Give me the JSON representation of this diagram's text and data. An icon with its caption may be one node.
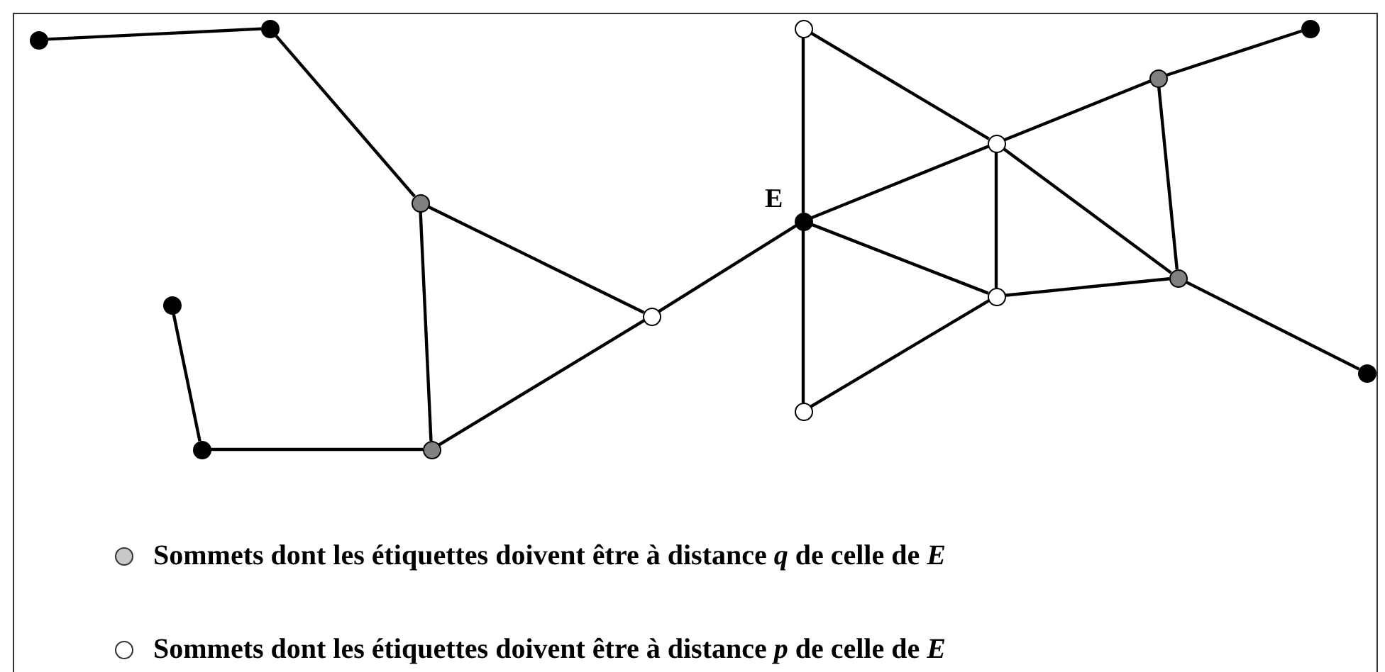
{
  "diagram": {
    "nodes": [
      {
        "text": [],
        "shape": "circle"
      },
      {
        "text": [],
        "shape": "circle"
      },
      {
        "text": [],
        "shape": "circle"
      },
      {
        "text": [],
        "shape": "circle"
      },
      {
        "text": [],
        "shape": "circle"
      },
      {
        "text": [],
        "shape": "circle"
      },
      {
        "text": [],
        "shape": "circle"
      },
      {
        "text": [],
        "shape": "circle"
      },
      {
        "text": [],
        "shape": "circle",
        "beside": [
          "E"
        ]
      },
      {
        "text": [],
        "shape": "circle"
      },
      {
        "text": [],
        "shape": "circle"
      },
      {
        "text": [],
        "shape": "circle"
      },
      {
        "text": [],
        "shape": "circle"
      },
      {
        "text": [],
        "shape": "circle"
      },
      {
        "text": [],
        "shape": "circle"
      },
      {
        "text": [],
        "shape": "circle"
      }
    ],
    "edges": [
      {
        "from": 0,
        "to": 1,
        "arrow": "none"
      },
      {
        "from": 1,
        "to": 4,
        "arrow": "none"
      },
      {
        "from": 2,
        "to": 3,
        "arrow": "none"
      },
      {
        "from": 3,
        "to": 5,
        "arrow": "none"
      },
      {
        "from": 4,
        "to": 5,
        "arrow": "none"
      },
      {
        "from": 4,
        "to": 6,
        "arrow": "none"
      },
      {
        "from": 5,
        "to": 6,
        "arrow": "none"
      },
      {
        "from": 6,
        "to": 8,
        "arrow": "none"
      },
      {
        "from": 7,
        "to": 8,
        "arrow": "none"
      },
      {
        "from": 7,
        "to": 10,
        "arrow": "none"
      },
      {
        "from": 8,
        "to": 10,
        "arrow": "none"
      },
      {
        "from": 8,
        "to": 11,
        "arrow": "none"
      },
      {
        "from": 8,
        "to": 9,
        "arrow": "none"
      },
      {
        "from": 9,
        "to": 11,
        "arrow": "none"
      },
      {
        "from": 10,
        "to": 11,
        "arrow": "none"
      },
      {
        "from": 10,
        "to": 12,
        "arrow": "none"
      },
      {
        "from": 10,
        "to": 13,
        "arrow": "none"
      },
      {
        "from": 11,
        "to": 13,
        "arrow": "none"
      },
      {
        "from": 12,
        "to": 13,
        "arrow": "none"
      },
      {
        "from": 12,
        "to": 14,
        "arrow": "none"
      },
      {
        "from": 13,
        "to": 15,
        "arrow": "none"
      }
    ],
    "legend": [
      {
        "text": "Sommets dont les étiquettes doivent être à distance *q* de celle de *E*"
      },
      {
        "text": "Sommets dont les étiquettes doivent être à distance *p* de celle de *E*"
      }
    ]
  }
}
